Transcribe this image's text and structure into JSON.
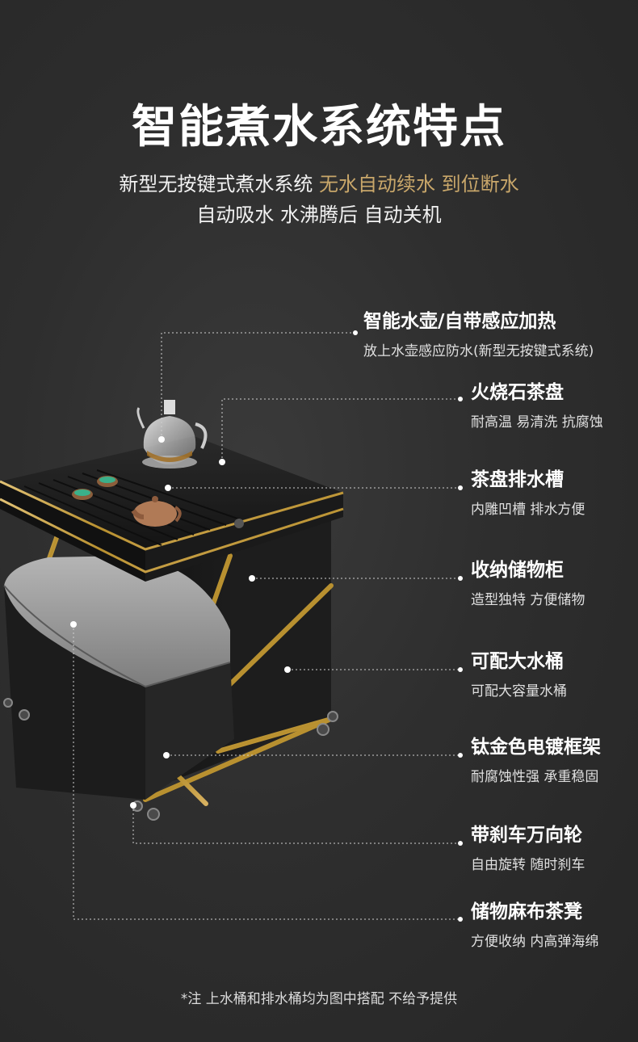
{
  "header": {
    "title": "智能煮水系统特点",
    "subtitle_line1_plain": "新型无按键式煮水系统 ",
    "subtitle_line1_highlight": "无水自动续水 到位断水",
    "subtitle_line2": "自动吸水 水沸腾后 自动关机",
    "highlight_color": "#c9a76a"
  },
  "features": [
    {
      "title": "智能水壶/自带感应加热",
      "desc": "放上水壶感应防水(新型无按键式系统)"
    },
    {
      "title": "火烧石茶盘",
      "desc": "耐高温 易清洗 抗腐蚀"
    },
    {
      "title": "茶盘排水槽",
      "desc": "内雕凹槽 排水方便"
    },
    {
      "title": "收纳储物柜",
      "desc": "造型独特 方便储物"
    },
    {
      "title": "可配大水桶",
      "desc": "可配大容量水桶"
    },
    {
      "title": "钛金色电镀框架",
      "desc": "耐腐蚀性强 承重稳固"
    },
    {
      "title": "带刹车万向轮",
      "desc": "自由旋转 随时刹车"
    },
    {
      "title": "储物麻布茶凳",
      "desc": "方便收纳 内高弹海绵"
    }
  ],
  "footer": {
    "note": "*注 上水桶和排水桶均为图中搭配 不给予提供"
  },
  "colors": {
    "frame_gold": "#c8a24a",
    "tray_black": "#1c1c1c",
    "stool_gray": "#9a9a9a"
  }
}
